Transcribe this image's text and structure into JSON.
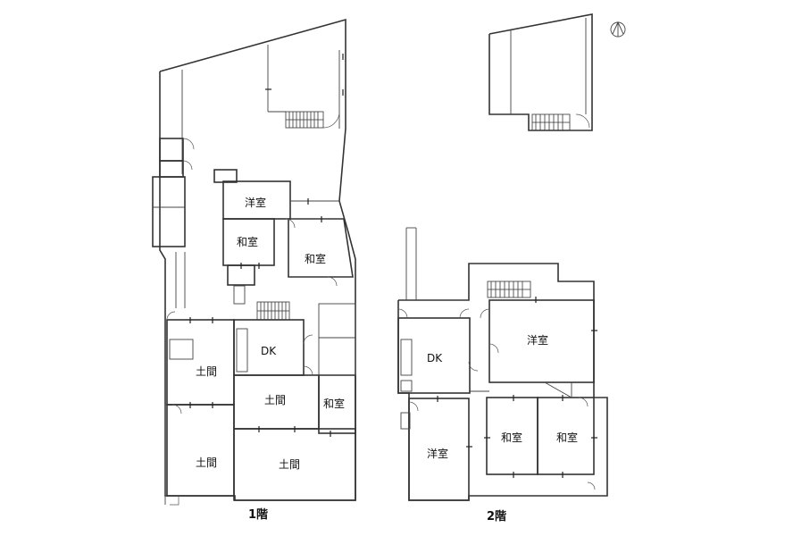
{
  "floor1": {
    "title": "1階",
    "rooms": {
      "yoshitsu": "洋室",
      "washitsu_a": "和室",
      "washitsu_b": "和室",
      "dk": "DK",
      "doma_a": "土間",
      "doma_b": "土間",
      "washitsu_c": "和室",
      "doma_c": "土間",
      "doma_d": "土間"
    }
  },
  "floor2": {
    "title": "2階",
    "rooms": {
      "dk": "DK",
      "yoshitsu_a": "洋室",
      "yoshitsu_b": "洋室",
      "washitsu_a": "和室",
      "washitsu_b": "和室"
    }
  },
  "compass": {
    "icon": "north-arrow-icon"
  }
}
